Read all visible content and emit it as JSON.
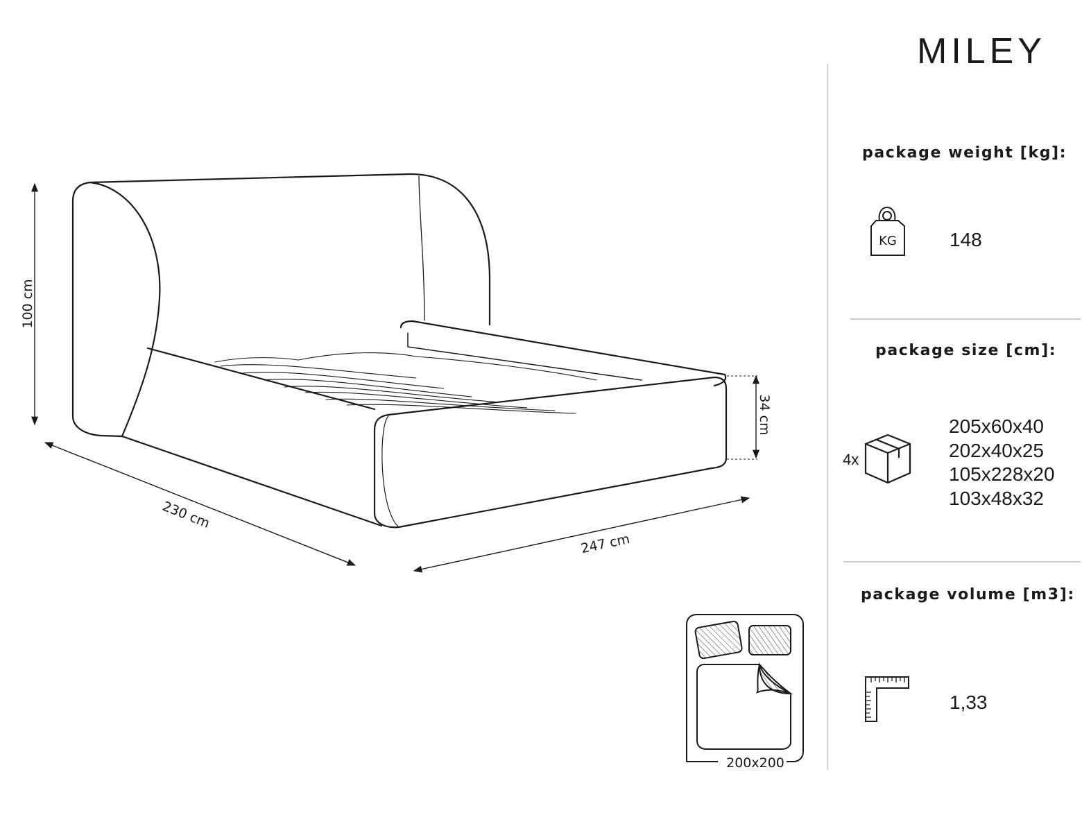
{
  "product": {
    "name": "MILEY"
  },
  "dimensions": {
    "height": "100 cm",
    "depth": "230 cm",
    "width": "247 cm",
    "frame_height": "34 cm",
    "mattress_size": "200x200"
  },
  "package_weight": {
    "heading": "package weight [kg]:",
    "icon": "weight-kg-icon",
    "icon_text": "KG",
    "value": "148"
  },
  "package_size": {
    "heading": "package size [cm]:",
    "icon": "box-icon",
    "count": "4x",
    "sizes": [
      "205x60x40",
      "202x40x25",
      "105x228x20",
      "103x48x32"
    ]
  },
  "package_volume": {
    "heading": "package volume [m3]:",
    "icon": "ruler-corner-icon",
    "value": "1,33"
  }
}
